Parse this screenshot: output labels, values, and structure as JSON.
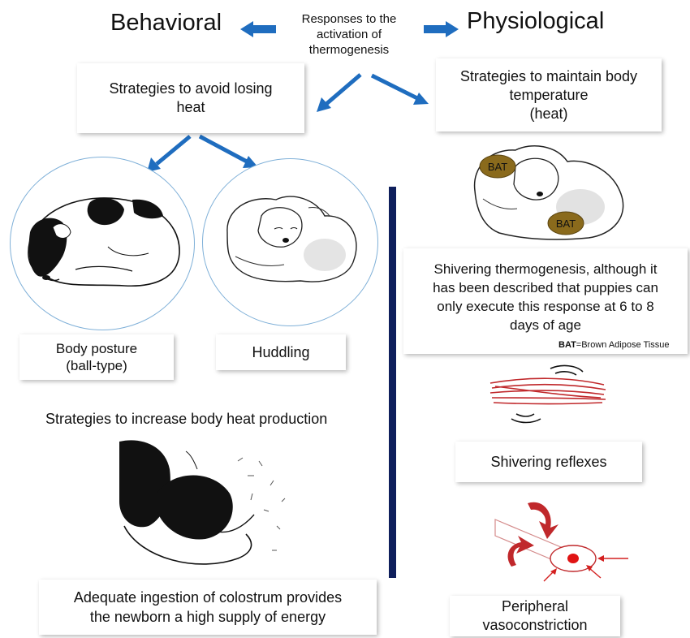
{
  "header": {
    "behavioral": "Behavioral",
    "physiological": "Physiological",
    "center_lines": [
      "Responses to the",
      "activation of",
      "thermogenesis"
    ]
  },
  "behavioral": {
    "avoid_lines": [
      "Strategies to avoid losing",
      "heat"
    ],
    "posture_lines": [
      "Body posture",
      "(ball-type)"
    ],
    "huddling": "Huddling",
    "increase_title": "Strategies to increase body heat production",
    "colostrum_lines": [
      "Adequate ingestion of colostrum provides",
      "the newborn a high supply of energy"
    ]
  },
  "physiological": {
    "maintain_lines": [
      "Strategies to maintain body",
      "temperature",
      "(heat)"
    ],
    "bat_tag": "BAT",
    "shivering_lines": [
      "Shivering  thermogenesis,  although it",
      "has been described that puppies can",
      "only execute this response at  6 to 8",
      "days of age"
    ],
    "note_abbr": "BAT",
    "note_text": "=Brown Adipose Tissue",
    "reflex": "Shivering reflexes",
    "vaso_lines": [
      "Peripheral",
      "vasoconstriction"
    ]
  },
  "colors": {
    "arrow_blue": "#1f6dbf",
    "divider_navy": "#0f1f5c",
    "bat_fill": "#8a6a1c",
    "muscle_red": "#c0282b",
    "vessel_red": "#d42020"
  }
}
